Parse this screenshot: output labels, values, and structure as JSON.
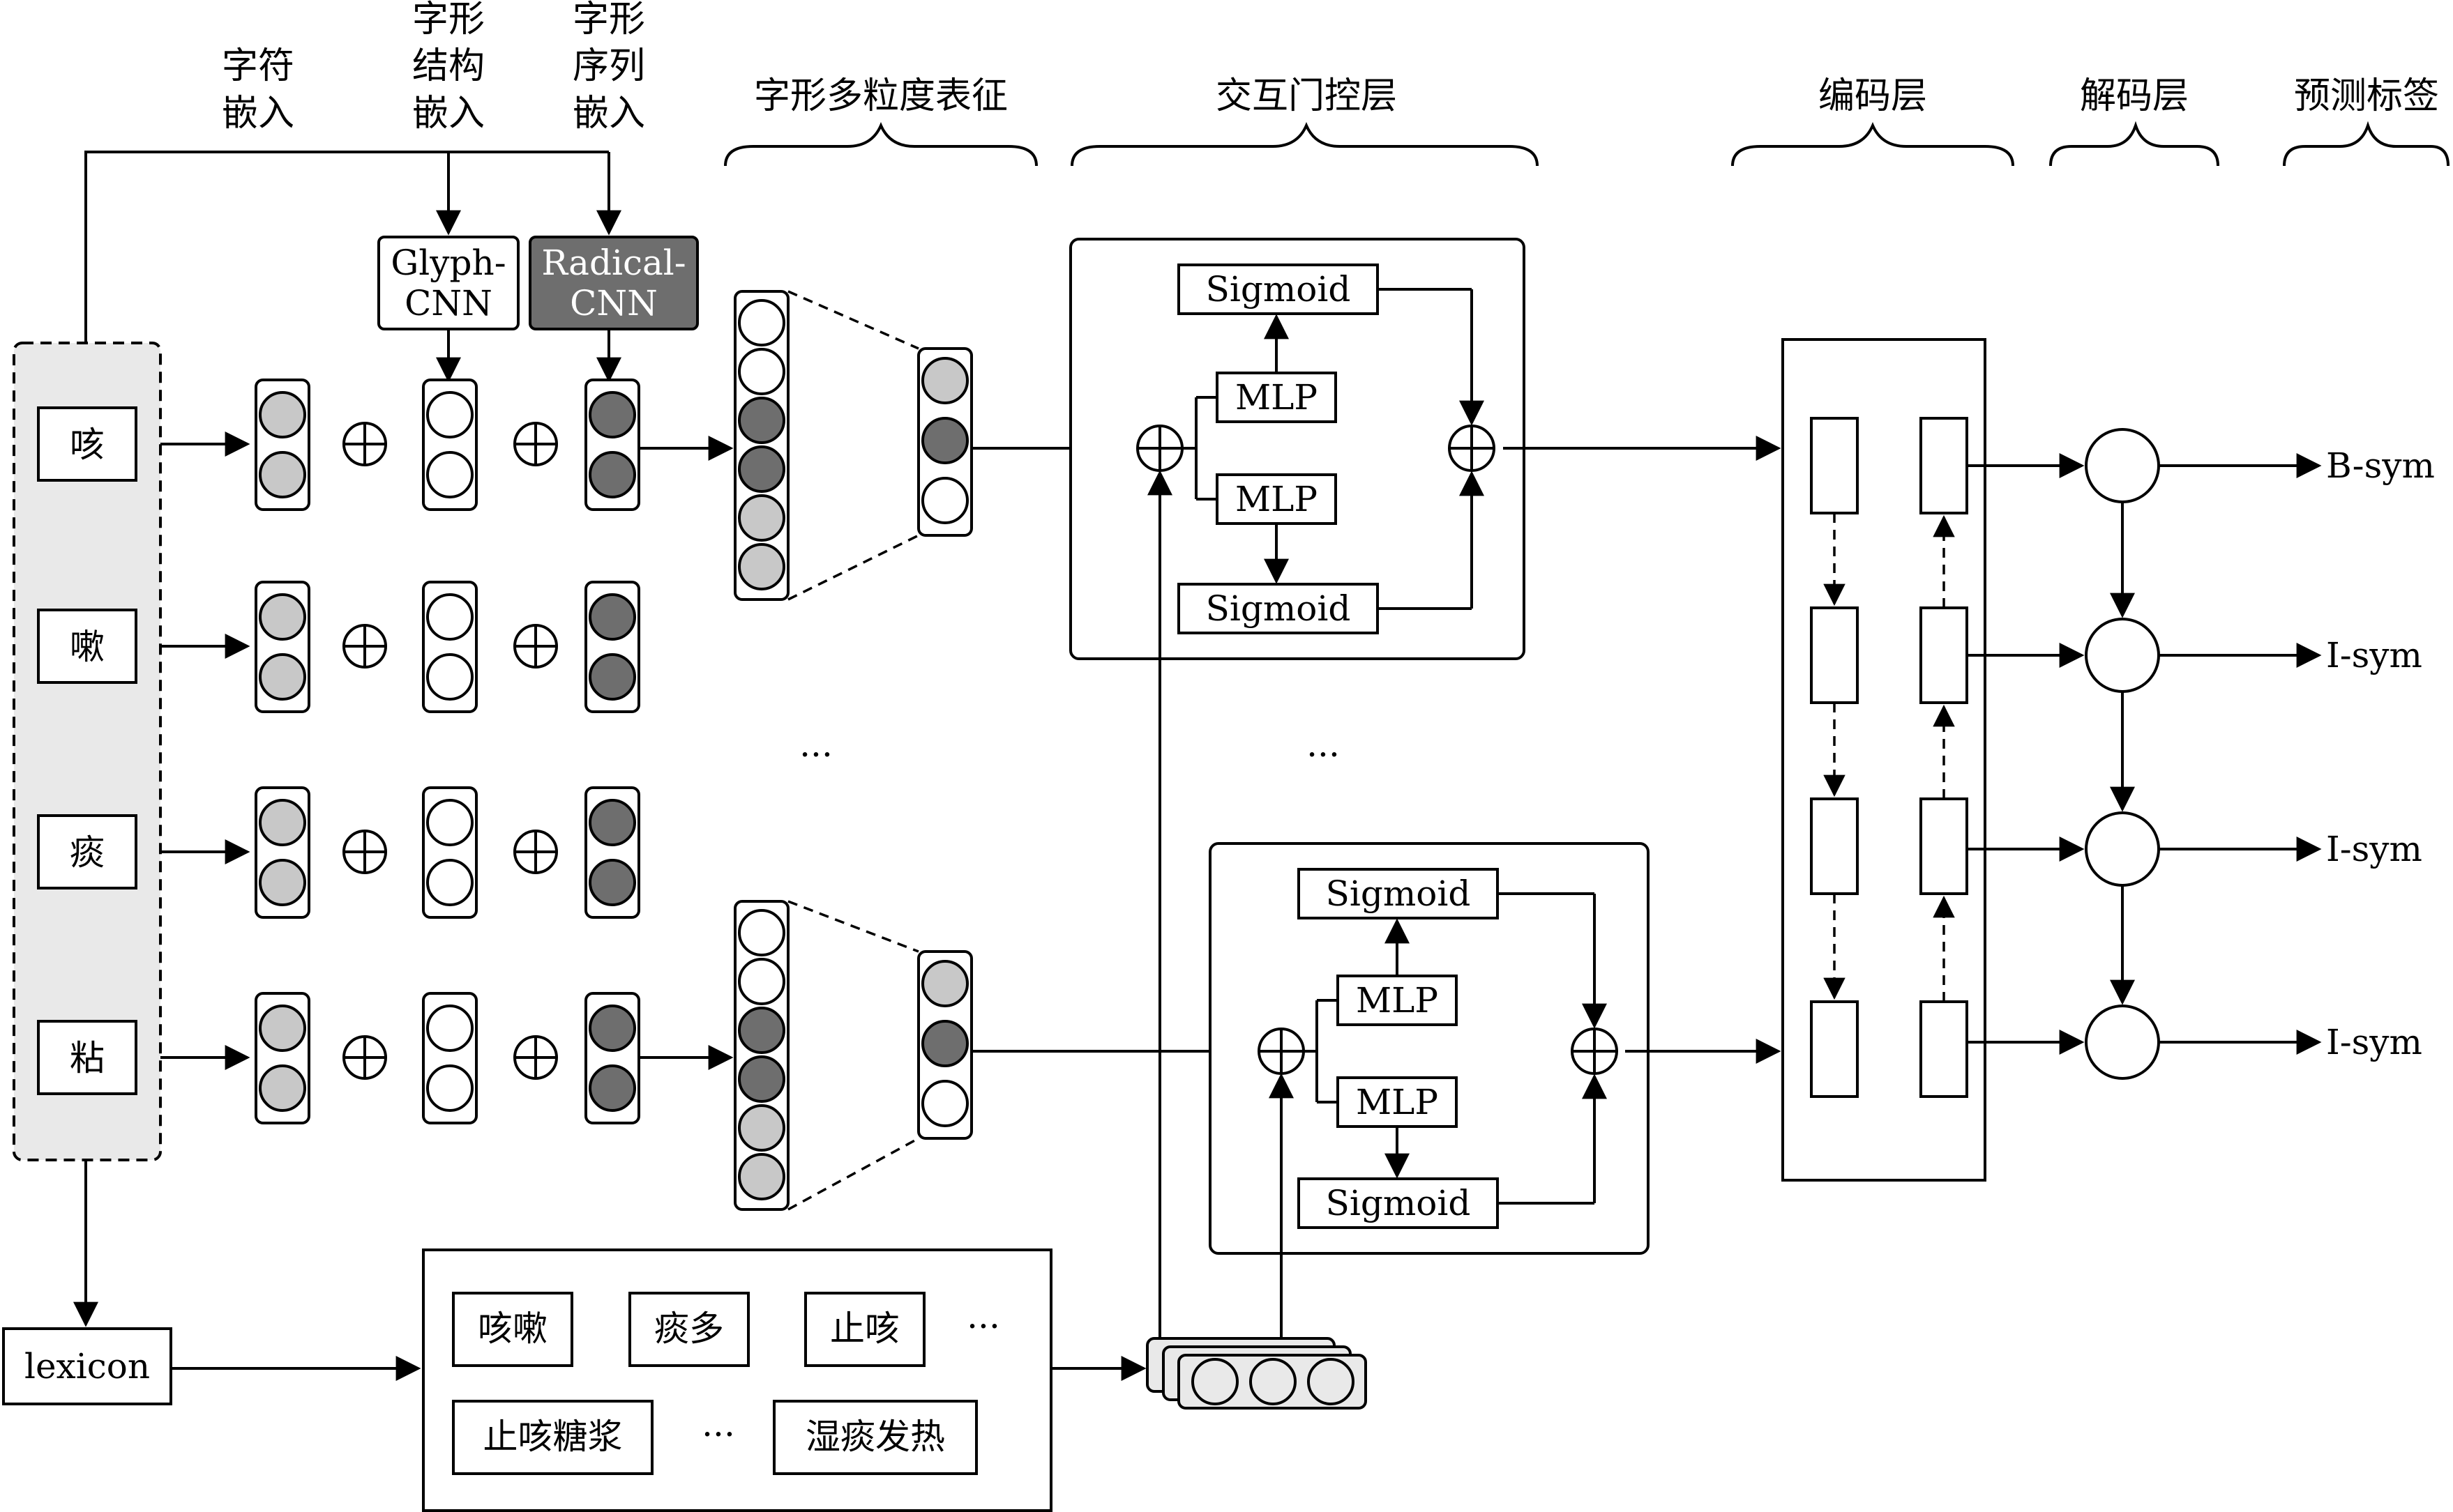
{
  "headers": {
    "char_embed": [
      "字符",
      "嵌入"
    ],
    "glyph_struct_embed": [
      "字形",
      "结构",
      "嵌入"
    ],
    "glyph_seq_embed": [
      "字形",
      "序列",
      "嵌入"
    ],
    "multi_grain": "字形多粒度表征",
    "gate_layer": "交互门控层",
    "encoder": "编码层",
    "decoder": "解码层",
    "tags": "预测标签"
  },
  "cnn": {
    "glyph": [
      "Glyph-",
      "CNN"
    ],
    "radical": [
      "Radical-",
      "CNN"
    ]
  },
  "chars": [
    "咳",
    "嗽",
    "痰",
    "粘"
  ],
  "gate": {
    "sigmoid": "Sigmoid",
    "mlp": "MLP"
  },
  "ellipsis": "...",
  "lexicon": {
    "label": "lexicon",
    "words_row1": [
      "咳嗽",
      "痰多",
      "止咳"
    ],
    "words_row2": [
      "止咳糖浆",
      "湿痰发热"
    ],
    "more": "..."
  },
  "tags": [
    "B-sym",
    "I-sym",
    "I-sym",
    "I-sym"
  ],
  "colors": {
    "dark_fill": "#6e6e6e",
    "light_fill": "#c8c8c8",
    "panel_fill": "#e9e9e9",
    "radical_box": "#6e6e6e"
  }
}
